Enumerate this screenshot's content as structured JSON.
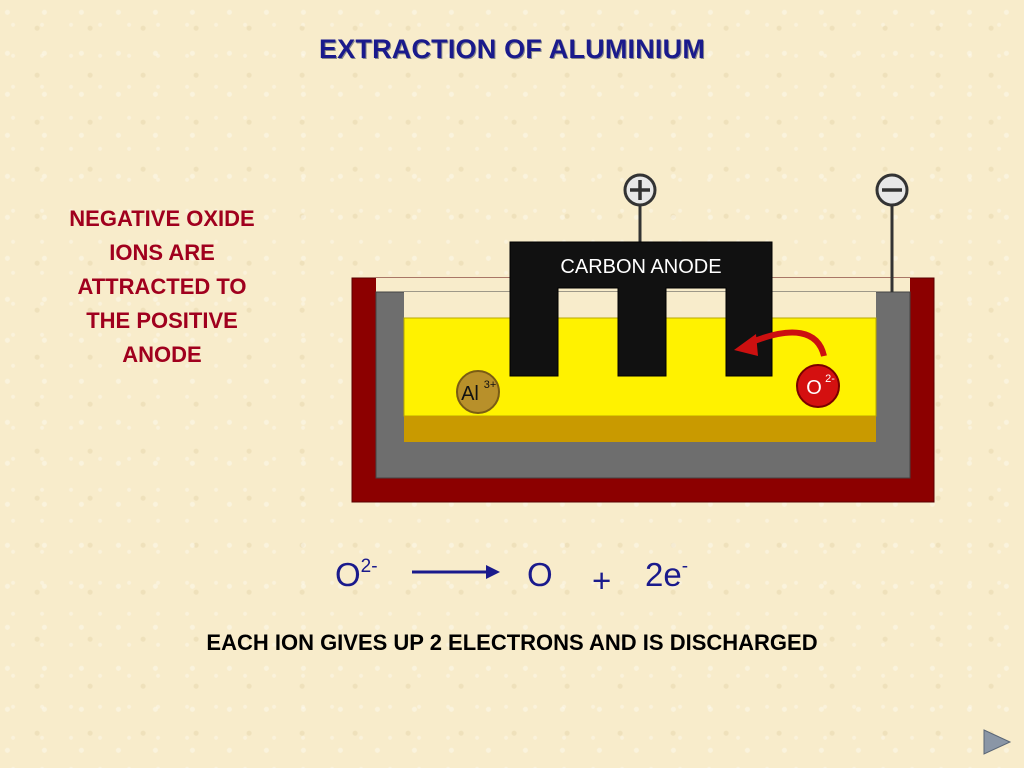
{
  "title": "EXTRACTION OF ALUMINIUM",
  "side_text": [
    "NEGATIVE OXIDE",
    "IONS ARE",
    "ATTRACTED TO",
    "THE POSITIVE",
    "ANODE"
  ],
  "cell": {
    "anode_label": "CARBON ANODE",
    "positive_sign": "+",
    "negative_sign": "−",
    "al_ion": {
      "symbol": "Al",
      "charge": "3+"
    },
    "oxide_ion": {
      "symbol": "O",
      "charge": "2-"
    }
  },
  "equation": {
    "reactant": "O",
    "reactant_charge": "2-",
    "product1": "O",
    "plus": "+",
    "product2": "2e",
    "product2_charge": "-"
  },
  "caption": "EACH ION GIVES UP 2 ELECTRONS AND IS DISCHARGED",
  "colors": {
    "title": "#1a1a8c",
    "side_text": "#a0001e",
    "outer_tank": "#8c0000",
    "lining": "#6e6e6e",
    "electrolyte": "#fff200",
    "molten_aluminium": "#c99a00",
    "anode": "#111111",
    "arrow": "#cc1010",
    "al_ion": "#b8902a",
    "oxide_ion": "#d41010"
  }
}
